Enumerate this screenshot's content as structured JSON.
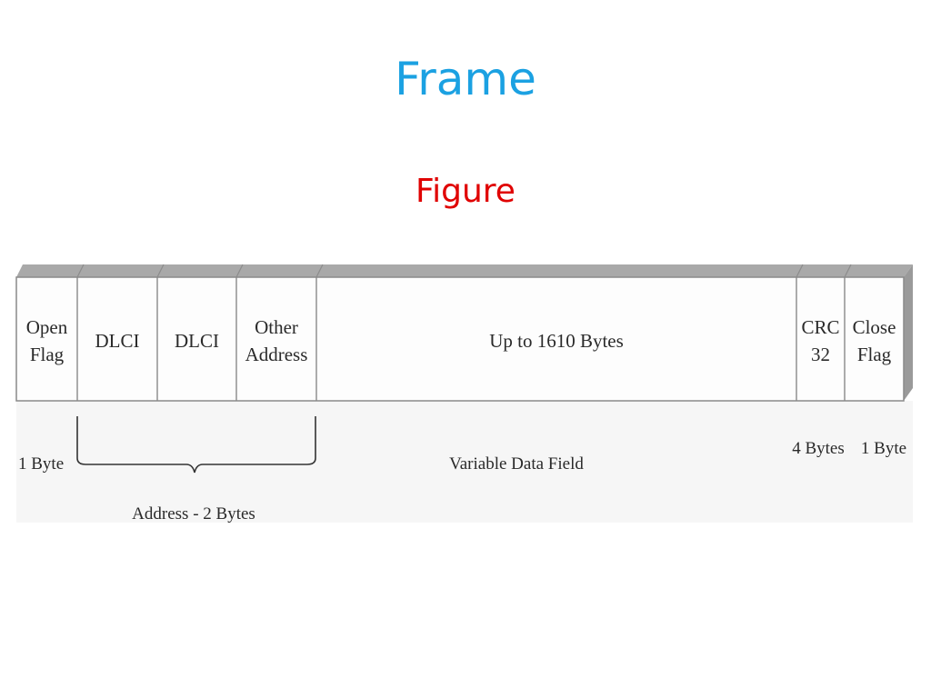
{
  "slide": {
    "title": "Frame",
    "subtitle": "Figure"
  },
  "colors": {
    "title": "#1ba1e2",
    "subtitle": "#e00000",
    "frame_top": "#a9a9a9",
    "frame_side": "#9a9a9a",
    "frame_face": "#fdfdfd",
    "caption_band": "#f6f6f6"
  },
  "frame": {
    "fields": [
      {
        "id": "open-flag",
        "lines": [
          "Open",
          "Flag"
        ]
      },
      {
        "id": "dlci-1",
        "lines": [
          "DLCI"
        ]
      },
      {
        "id": "dlci-2",
        "lines": [
          "DLCI"
        ]
      },
      {
        "id": "other-address",
        "lines": [
          "Other",
          "Address"
        ]
      },
      {
        "id": "data",
        "lines": [
          "Up to 1610 Bytes"
        ]
      },
      {
        "id": "crc",
        "lines": [
          "CRC",
          "32"
        ]
      },
      {
        "id": "close-flag",
        "lines": [
          "Close",
          "Flag"
        ]
      }
    ]
  },
  "captions": {
    "open_flag_size": "1 Byte",
    "address_size": "Address - 2 Bytes",
    "data_field": "Variable Data Field",
    "crc_size": "4 Bytes",
    "close_flag_size": "1 Byte"
  }
}
